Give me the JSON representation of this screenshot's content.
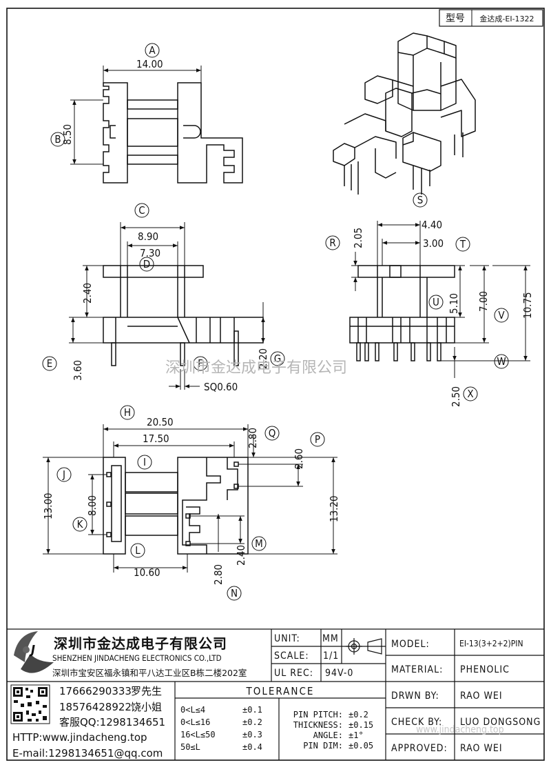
{
  "header": {
    "model_label": "型号",
    "model_value": "金达成-EI-1322"
  },
  "dims": {
    "A": "A",
    "A_val": "14.00",
    "B": "B",
    "B_val": "8.50",
    "C": "C",
    "C_val": "8.90",
    "D": "D",
    "D_val": "7.30",
    "D2_val": "2.40",
    "E": "E",
    "E_val": "3.60",
    "F": "F",
    "F_val": "2.20",
    "G": "G",
    "sq_val": "SQ0.60",
    "H": "H",
    "H_val": "20.50",
    "I": "I",
    "I_val": "17.50",
    "J": "J",
    "J_val": "13.00",
    "K": "K",
    "K_val": "8.00",
    "L": "L",
    "L_val": "10.60",
    "M": "M",
    "M_val": "2.40",
    "N": "N",
    "N_val": "2.80",
    "P": "P",
    "P_val": "2.60",
    "Q": "Q",
    "Q_val": "2.80",
    "P2_val": "13.20",
    "R": "R",
    "R_val": "2.05",
    "S": "S",
    "T": "T",
    "T_val": "3.00",
    "U": "U",
    "U_val": "5.10",
    "V": "V",
    "V_val": "7.00",
    "W": "W",
    "W_val": "10.75",
    "X": "X",
    "X_val": "2.50",
    "top_val": "4.40"
  },
  "watermark": {
    "text": "深圳市金达成电子有限公司",
    "url": "www.jindacheng.top"
  },
  "company": {
    "name_cn": "深圳市金达成电子有限公司",
    "name_en": "SHENZHEN JINDACHENG ELECTRONICS CO.,LTD",
    "address": "深圳市宝安区福永镇和平八达工业区B栋二楼202室"
  },
  "contacts": [
    {
      "phone": "17666290333",
      "person": "罗先生"
    },
    {
      "phone": "18576428922",
      "person": "饶小姐"
    }
  ],
  "qq": "客服QQ:1298134651",
  "http": "HTTP:www.jindacheng.top",
  "email": "E-mail:1298134651@qq.com",
  "spec": {
    "unit_label": "UNIT:",
    "unit_value": "MM",
    "scale_label": "SCALE:",
    "scale_value": "1/1",
    "ulrec_label": "UL REC:",
    "ulrec_value": "94V-0"
  },
  "tolerance": {
    "title": "TOLERANCE",
    "rows": [
      {
        "range": "0<L≤4",
        "value": "±0.1"
      },
      {
        "range": "0<L≤16",
        "value": "±0.2"
      },
      {
        "range": "16<L≤50",
        "value": "±0.3"
      },
      {
        "range": "50≤L",
        "value": "±0.4"
      }
    ],
    "pins": [
      {
        "label": "PIN PITCH:",
        "value": "±0.2"
      },
      {
        "label": "THICKNESS:",
        "value": "±0.15"
      },
      {
        "label": "ANGLE:",
        "value": "±1°"
      },
      {
        "label": "PIN DIM:",
        "value": "±0.05"
      }
    ]
  },
  "info": [
    {
      "label": "MODEL:",
      "value": "EI-13(3+2+2)PIN"
    },
    {
      "label": "MATERIAL:",
      "value": "PHENOLIC"
    },
    {
      "label": "DRWN BY:",
      "value": "RAO WEI"
    },
    {
      "label": "CHECK BY:",
      "value": "LUO DONGSONG"
    },
    {
      "label": "APPROVED:",
      "value": "RAO WEI"
    }
  ]
}
